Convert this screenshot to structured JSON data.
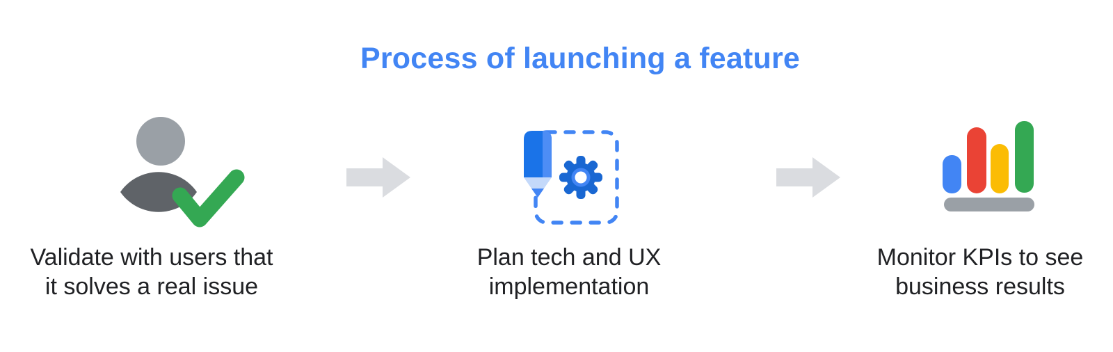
{
  "title": "Process of launching a feature",
  "steps": [
    {
      "icon": "user-check-icon",
      "lines": [
        "Validate with users that",
        "it solves a real issue"
      ]
    },
    {
      "icon": "pencil-gear-icon",
      "lines": [
        "Plan tech and UX",
        "implementation"
      ]
    },
    {
      "icon": "bar-chart-icon",
      "lines": [
        "Monitor KPIs to see",
        "business results"
      ]
    }
  ],
  "arrows": [
    {
      "icon": "right-arrow-icon"
    },
    {
      "icon": "right-arrow-icon"
    }
  ],
  "colors": {
    "title": "#4285F4",
    "text": "#202124",
    "arrow": "#DADCE0",
    "person_head": "#9AA0A6",
    "person_body": "#5F6368",
    "check": "#34A853",
    "pencil_body": "#1A73E8",
    "pencil_stripe": "#4D8DF5",
    "pencil_wood": "#C4D9FA",
    "pencil_tip": "#4285F4",
    "gear": "#1967D2",
    "gear_ring": "#4285F4",
    "gear_hole": "#FFFFFF",
    "dash_border": "#4285F4",
    "bar_blue": "#4285F4",
    "bar_red": "#EA4335",
    "bar_yellow": "#FBBC04",
    "bar_green": "#34A853",
    "bar_base": "#9AA0A6"
  }
}
